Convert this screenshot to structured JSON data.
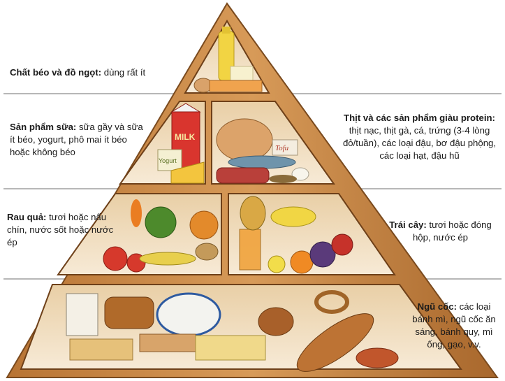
{
  "levels": {
    "fats": {
      "title": "Chất béo và đồ ngọt:",
      "desc": " dùng rất ít"
    },
    "dairy": {
      "title": "Sản phẩm sữa:",
      "desc": " sữa gầy và sữa ít béo, yogurt, phô mai ít béo hoặc không béo"
    },
    "protein": {
      "title": "Thịt và các sản phẩm giàu protein:",
      "desc": "thịt nạc, thịt gà, cá, trứng (3-4 lòng đỏ/tuần), các loại đậu, bơ đậu phộng, các loại hạt, đậu hũ"
    },
    "vegetables": {
      "title": "Rau quả:",
      "desc": " tươi hoặc nấu chín, nước sốt hoặc nước ép"
    },
    "fruits": {
      "title": "Trái cây:",
      "desc": " tươi hoặc đóng hộp, nước ép"
    },
    "grains": {
      "title": "Ngũ cốc:",
      "desc": " các loại bánh mì, ngũ cốc ăn sáng, bánh quy, mì ống, gạo, v.v."
    }
  },
  "food_labels": {
    "milk_carton": "MILK",
    "yogurt": "Yogurt",
    "tofu": "Tofu"
  },
  "colors": {
    "wood": "#c98a4b",
    "wood_dark": "#8a5426",
    "wood_light": "#e3b27a",
    "cavity": "#f3e4cd",
    "divider": "#8c8c8c"
  }
}
